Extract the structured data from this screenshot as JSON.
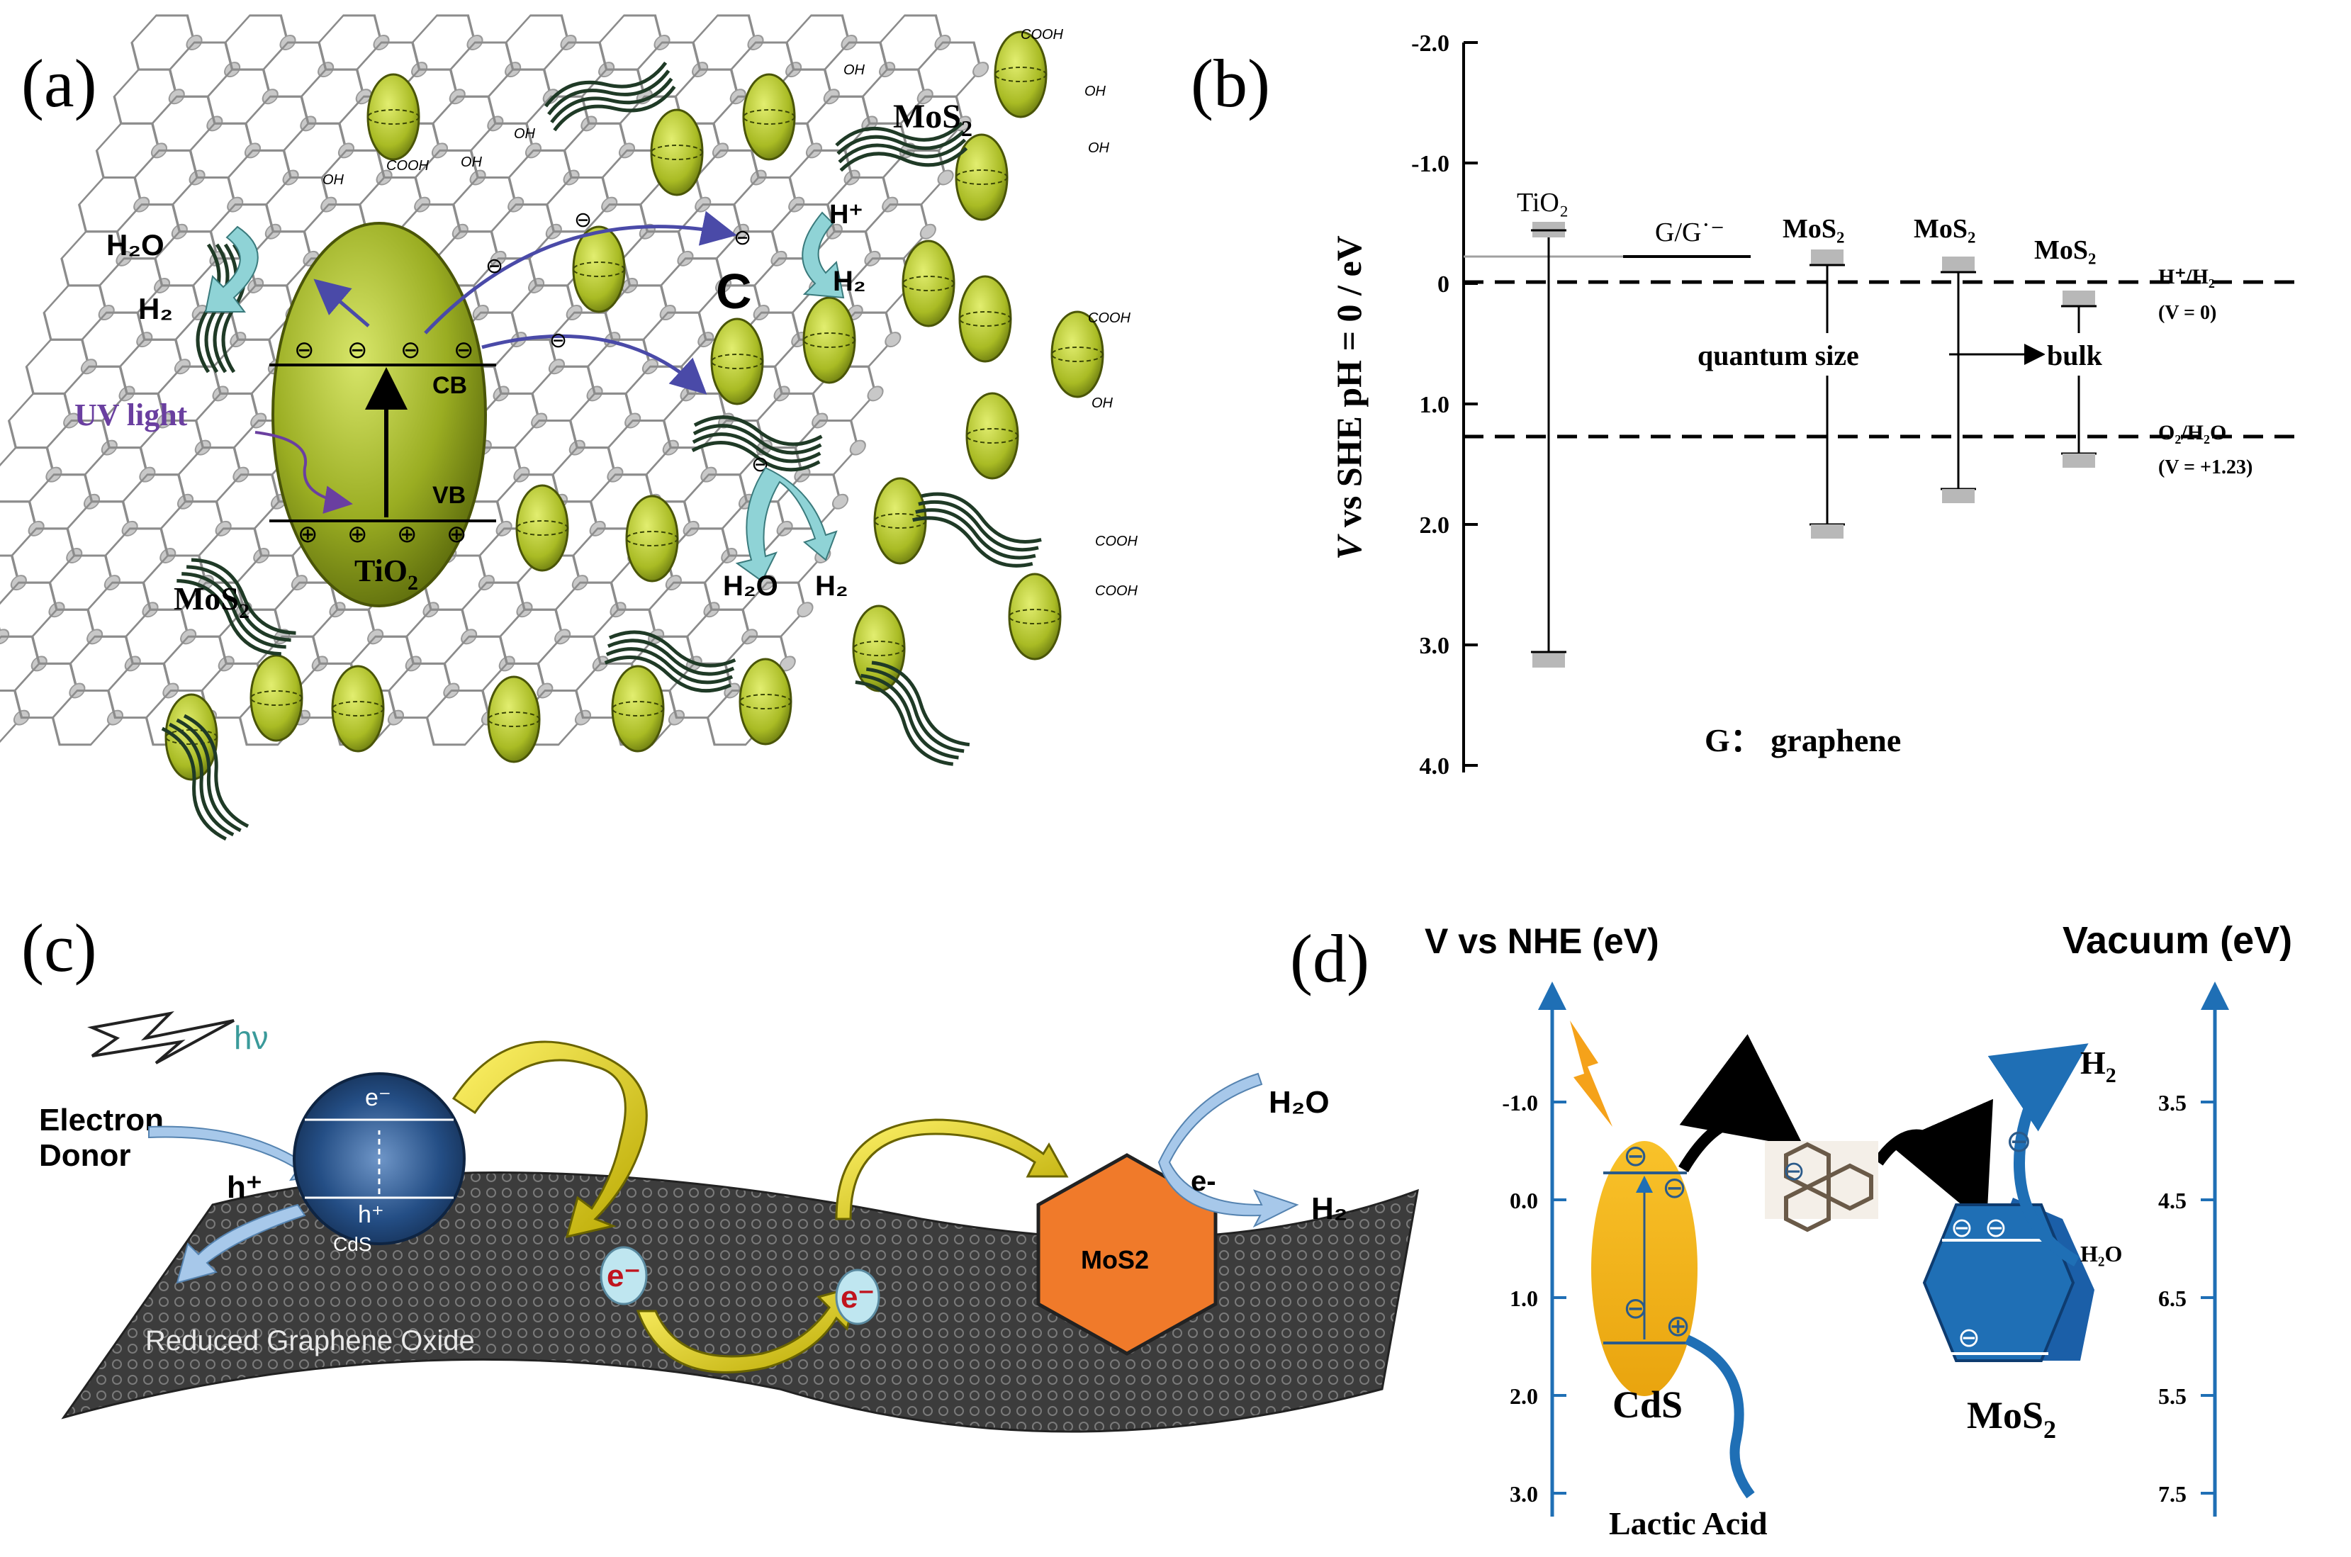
{
  "panel_a": {
    "label": "(a)",
    "mos2_top": "MoS",
    "mos2_top_sub": "2",
    "mos2_left": "MoS",
    "mos2_left_sub": "2",
    "tio2": "TiO",
    "tio2_sub": "2",
    "cb": "CB",
    "vb": "VB",
    "uv_light": "UV light",
    "h2o_left": "H₂O",
    "h2_left": "H₂",
    "h_plus": "H⁺",
    "c_label": "C",
    "h2_right": "H₂",
    "h2o_bottom": "H₂O",
    "h2_bottom": "H₂",
    "oh": "OH",
    "cooh": "COOH",
    "electron": "⊖",
    "hole": "⊕"
  },
  "panel_b": {
    "label": "(b)",
    "ylabel": "V vs SHE pH = 0 / eV",
    "ylabel_italic": "V",
    "ylabel_rest": " vs SHE pH = 0 / eV",
    "ticks": [
      "-2.0",
      "-1.0",
      "0",
      "1.0",
      "2.0",
      "3.0",
      "4.0"
    ],
    "tio2": "TiO₂",
    "gg": "G/G˙⁻",
    "mos2_1": "MoS₂",
    "mos2_2": "MoS₂",
    "mos2_3": "MoS₂",
    "h_h2": "H⁺/H₂",
    "h_h2_v": "(V = 0)",
    "o2_h2o": "O₂/H₂O",
    "o2_h2o_v": "(V = +1.23)",
    "quantum_size": "quantum size",
    "bulk": "bulk",
    "graphene_note": "G： graphene"
  },
  "panel_c": {
    "label": "(c)",
    "hv": "hν",
    "electron_donor_1": "Electron",
    "electron_donor_2": "Donor",
    "h_plus": "h⁺",
    "cds_e": "e⁻",
    "cds_h": "h⁺",
    "cds": "CdS",
    "rgo": "Reduced Graphene Oxide",
    "e1": "e⁻",
    "e2": "e⁻",
    "mos2": "MoS2",
    "h2o": "H₂O",
    "h2": "H₂",
    "e_minus": "e-"
  },
  "panel_d": {
    "label": "(d)",
    "left_axis_title": "V vs NHE (eV)",
    "right_axis_title": "Vacuum (eV)",
    "left_ticks": [
      "-1.0",
      "0.0",
      "1.0",
      "2.0",
      "3.0"
    ],
    "right_ticks": [
      "3.5",
      "4.5",
      "6.5",
      "5.5",
      "7.5"
    ],
    "cds": "CdS",
    "mos2": "MoS",
    "mos2_sub": "2",
    "h2": "H",
    "h2_sub": "2",
    "h2o": "H₂O",
    "lactic_acid": "Lactic Acid"
  },
  "colors": {
    "olive": "#8a9a1a",
    "olive_light": "#c8d640",
    "purple": "#6a3fa0",
    "blue_arrow": "#4a4aa8",
    "cyan_arrow": "#8fd3d6",
    "cds_blue": "#1c3f6e",
    "orange": "#f07a2a",
    "yellow": "#e8e020",
    "d_blue": "#1f6fb5",
    "d_orange": "#f5b31a"
  }
}
